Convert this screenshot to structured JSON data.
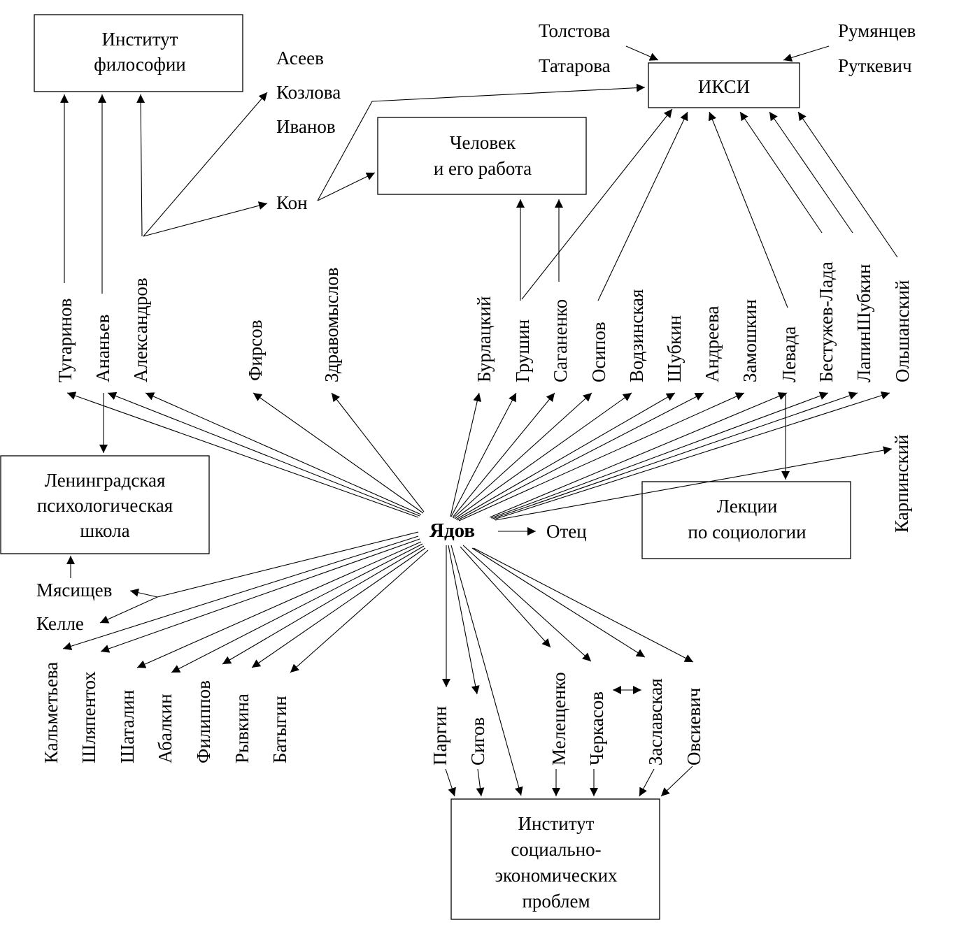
{
  "diagram": {
    "center": "Ядов",
    "boxes": {
      "philosophy": [
        "Институт",
        "философии"
      ],
      "man_work": [
        "Человек",
        "и его работа"
      ],
      "iksi": [
        "ИКСИ"
      ],
      "leningrad": [
        "Ленинградская",
        "психологическая",
        "школа"
      ],
      "lectures": [
        "Лекции",
        "по социологии"
      ],
      "isep": [
        "Институт",
        "социально-",
        "экономических",
        "проблем"
      ]
    },
    "people": {
      "aseev": "Асеев",
      "kozlova": "Козлова",
      "ivanov": "Иванов",
      "kon": "Кон",
      "tolstova": "Толстова",
      "tatarova": "Татарова",
      "rumyantsev": "Румянцев",
      "rutkevich": "Руткевич",
      "otets": "Отец",
      "myasishchev": "Мясищев",
      "kelle": "Келле",
      "tugarinov": "Тугаринов",
      "ananyev": "Ананьев",
      "aleksandrov": "Александров",
      "firsov": "Фирсов",
      "zdravomyslov": "Здравомыслов",
      "burlatsky": "Бурлацкий",
      "grushin": "Грушин",
      "saganenko": "Саганенко",
      "osipov": "Осипов",
      "vodzinskaya": "Водзинская",
      "shubkin": "Шубкин",
      "andreeva": "Андреева",
      "zamoshkin": "Замошкин",
      "levada": "Левада",
      "bestuzhev": "Бестужев-Лада",
      "lapinshubkin": "ЛапинШубкин",
      "olshansky": "Ольшанский",
      "karpinsky": "Карпинский",
      "kalmetyeva": "Кальметьева",
      "shlyapentokh": "Шляпентох",
      "shatalin": "Шаталин",
      "abalkin": "Абалкин",
      "filippov": "Филиппов",
      "ryvkina": "Рывкина",
      "batygin": "Батыгин",
      "pargin": "Паргин",
      "sigov": "Сигов",
      "meleshchenko": "Мелещенко",
      "cherkasov": "Черкасов",
      "zaslavskaya": "Заславская",
      "ovsievich": "Овсиевич"
    }
  }
}
